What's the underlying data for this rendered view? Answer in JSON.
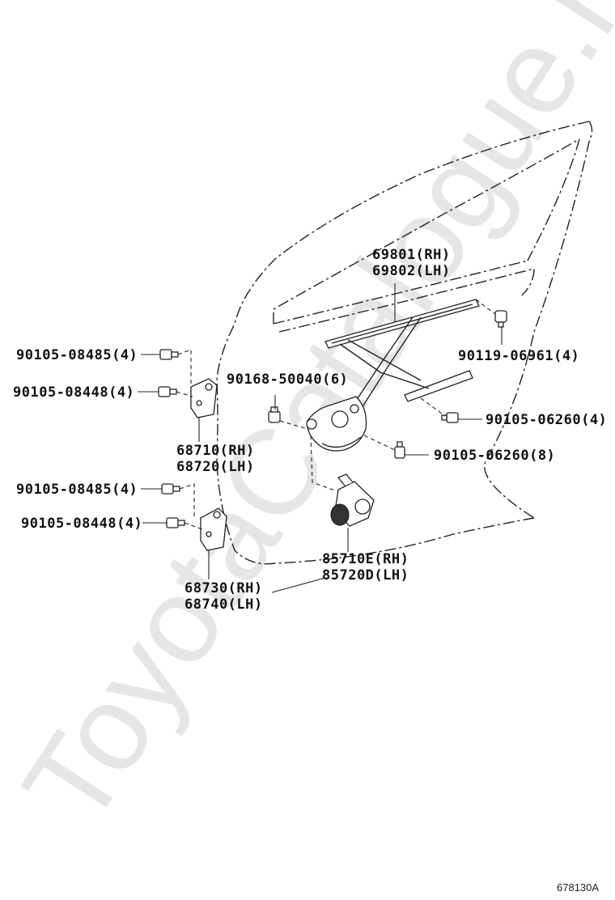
{
  "watermark": "ToyotaCatalogue.ru",
  "diagram_ref": "678130A",
  "labels": {
    "p69801": "69801(RH)",
    "p69802": "69802(LH)",
    "p90119": "90119-06961(4)",
    "p90105_a": "90105-08485(4)",
    "p90105_b": "90105-08448(4)",
    "p90168": "90168-50040(6)",
    "p90105_c": "90105-06260(4)",
    "p68710": "68710(RH)",
    "p68720": "68720(LH)",
    "p90105_d": "90105-06260(8)",
    "p90105_e": "90105-08485(4)",
    "p90105_f": "90105-08448(4)",
    "p85710": "85710E(RH)",
    "p85720": "85720D(LH)",
    "p68730": "68730(RH)",
    "p68740": "68740(LH)"
  }
}
